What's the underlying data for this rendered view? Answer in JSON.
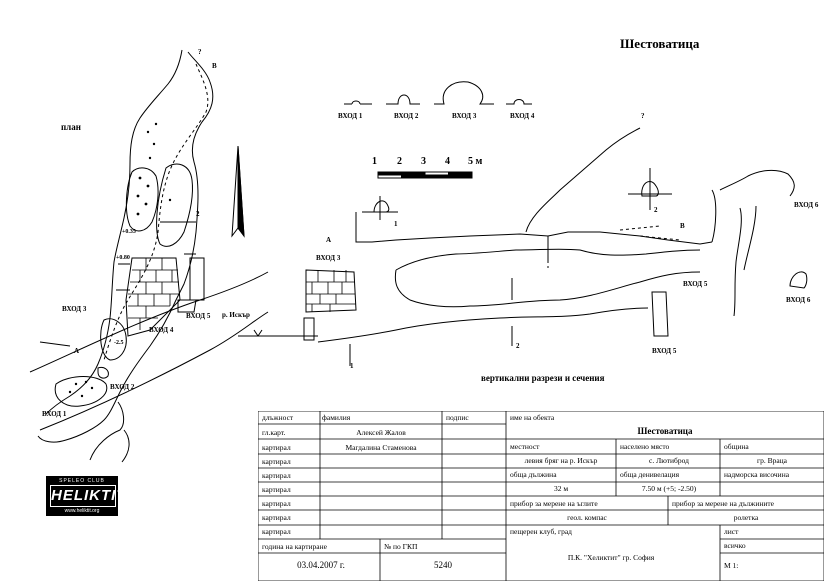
{
  "title": "Шестоватица",
  "labels": {
    "plan": "план",
    "vertical": "вертикални разрези и сечения",
    "entrance1": "ВХОД 1",
    "entrance2": "ВХОД 2",
    "entrance3": "ВХОД 3",
    "entrance4": "ВХОД 4",
    "entrance5": "ВХОД 5",
    "entrance6": "ВХОД 6",
    "river": "р. Искър",
    "pointA": "А",
    "pointB": "В",
    "question": "?",
    "section1": "1",
    "section2": "2",
    "depth1": "+0.35",
    "depth2": "+0.80",
    "depth3": "-2.5"
  },
  "scale": {
    "ticks": [
      "1",
      "2",
      "3",
      "4",
      "5 м"
    ]
  },
  "logo": {
    "top": "SPELEO CLUB",
    "name": "HELIKTIT",
    "url": "www.heliktit.org"
  },
  "titleblock": {
    "h_position": "длъжност",
    "h_family": "фамилия",
    "h_signature": "подпис",
    "rows": [
      {
        "role": "гл.карт.",
        "name": "Алексей Жалов"
      },
      {
        "role": "картирал",
        "name": "Магдалина Стаменова"
      },
      {
        "role": "картирал",
        "name": ""
      },
      {
        "role": "картирал",
        "name": ""
      },
      {
        "role": "картирал",
        "name": ""
      },
      {
        "role": "картирал",
        "name": ""
      },
      {
        "role": "картирал",
        "name": ""
      },
      {
        "role": "картирал",
        "name": ""
      }
    ],
    "h_date": "година на картиране",
    "h_gkp": "№ по ГКП",
    "date": "03.04.2007 г.",
    "gkp": "5240",
    "h_object": "име на обекта",
    "object": "Шестоватица",
    "h_locality": "местност",
    "locality": "левия бряг на р. Искър",
    "h_settlement": "населено място",
    "settlement": "с. Лютиброд",
    "h_municipality": "община",
    "municipality": "гр. Враца",
    "h_length": "обща дължина",
    "length": "32 м",
    "h_denivelation": "обща денивелация",
    "denivelation": "7.50 м (+5; -2.50)",
    "h_altitude": "надморска височина",
    "altitude": "",
    "h_angle": "прибор за мерене на ъглите",
    "angle": "геол. компас",
    "h_lengths": "прибор за мерене на дължините",
    "lengths": "ролетка",
    "h_club": "пещерен клуб, град",
    "club": "П.К. \"Хеликтит\" гр. София",
    "h_sheet": "лист",
    "h_all": "всичко",
    "h_scale": "М 1:"
  }
}
